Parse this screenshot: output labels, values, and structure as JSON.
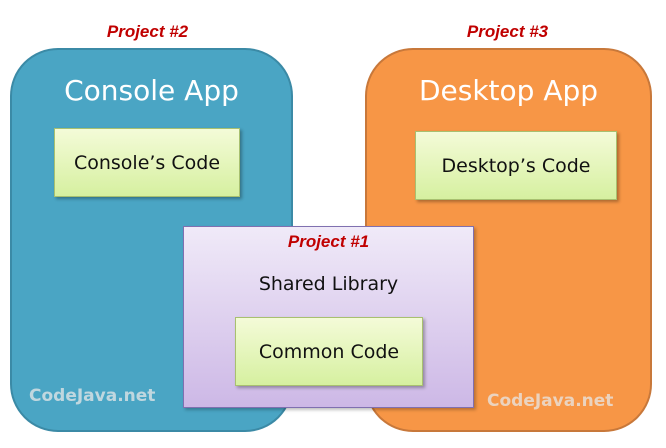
{
  "projects": {
    "console": {
      "label": "Project #2",
      "title": "Console App",
      "code": "Console’s Code",
      "watermark": "CodeJava.net",
      "color": "#4aa5c4"
    },
    "desktop": {
      "label": "Project #3",
      "title": "Desktop App",
      "code": "Desktop’s Code",
      "watermark": "CodeJava.net",
      "color": "#f79646"
    },
    "shared": {
      "label": "Project #1",
      "title": "Shared Library",
      "code": "Common Code"
    }
  }
}
